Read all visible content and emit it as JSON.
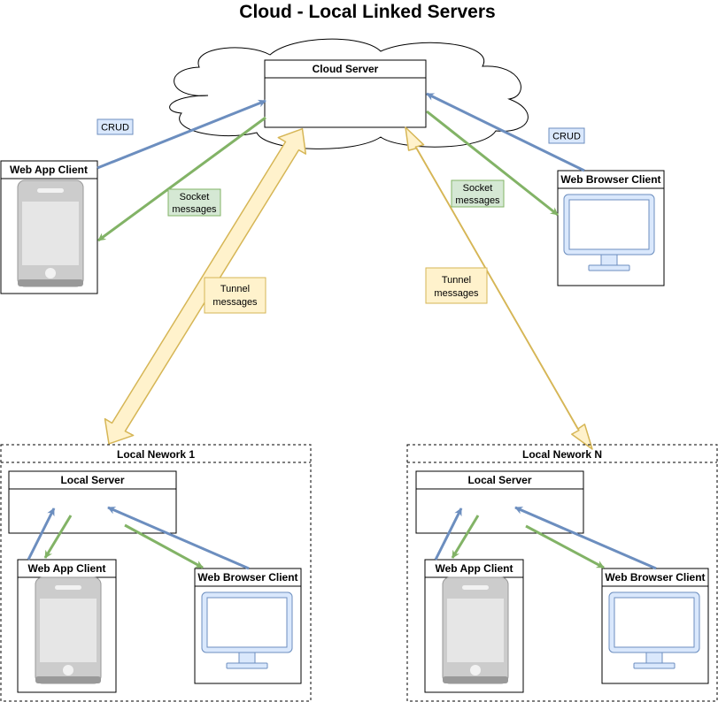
{
  "title": "Cloud - Local Linked Servers",
  "cloud": {
    "server_label": "Cloud Server",
    "web_app_client_label": "Web App Client",
    "web_browser_client_label": "Web Browser Client",
    "crud_label_left": "CRUD",
    "crud_label_right": "CRUD",
    "socket_label_left": [
      "Socket",
      "messages"
    ],
    "socket_label_right": [
      "Socket",
      "messages"
    ],
    "tunnel_label_left": [
      "Tunnel",
      "messages"
    ],
    "tunnel_label_right": [
      "Tunnel",
      "messages"
    ]
  },
  "local_networks": [
    {
      "label": "Local Nework 1",
      "server_label": "Local Server",
      "web_app_client_label": "Web App Client",
      "web_browser_client_label": "Web Browser Client"
    },
    {
      "label": "Local Nework N",
      "server_label": "Local Server",
      "web_app_client_label": "Web App Client",
      "web_browser_client_label": "Web Browser Client"
    }
  ],
  "colors": {
    "crud_arrow": "#6c8ebf",
    "socket_arrow": "#82b366",
    "crud_fill": "#dae8fc",
    "socket_fill": "#d5e8d4",
    "tunnel_fill": "#fff2cc",
    "tunnel_stroke": "#d6b656"
  }
}
